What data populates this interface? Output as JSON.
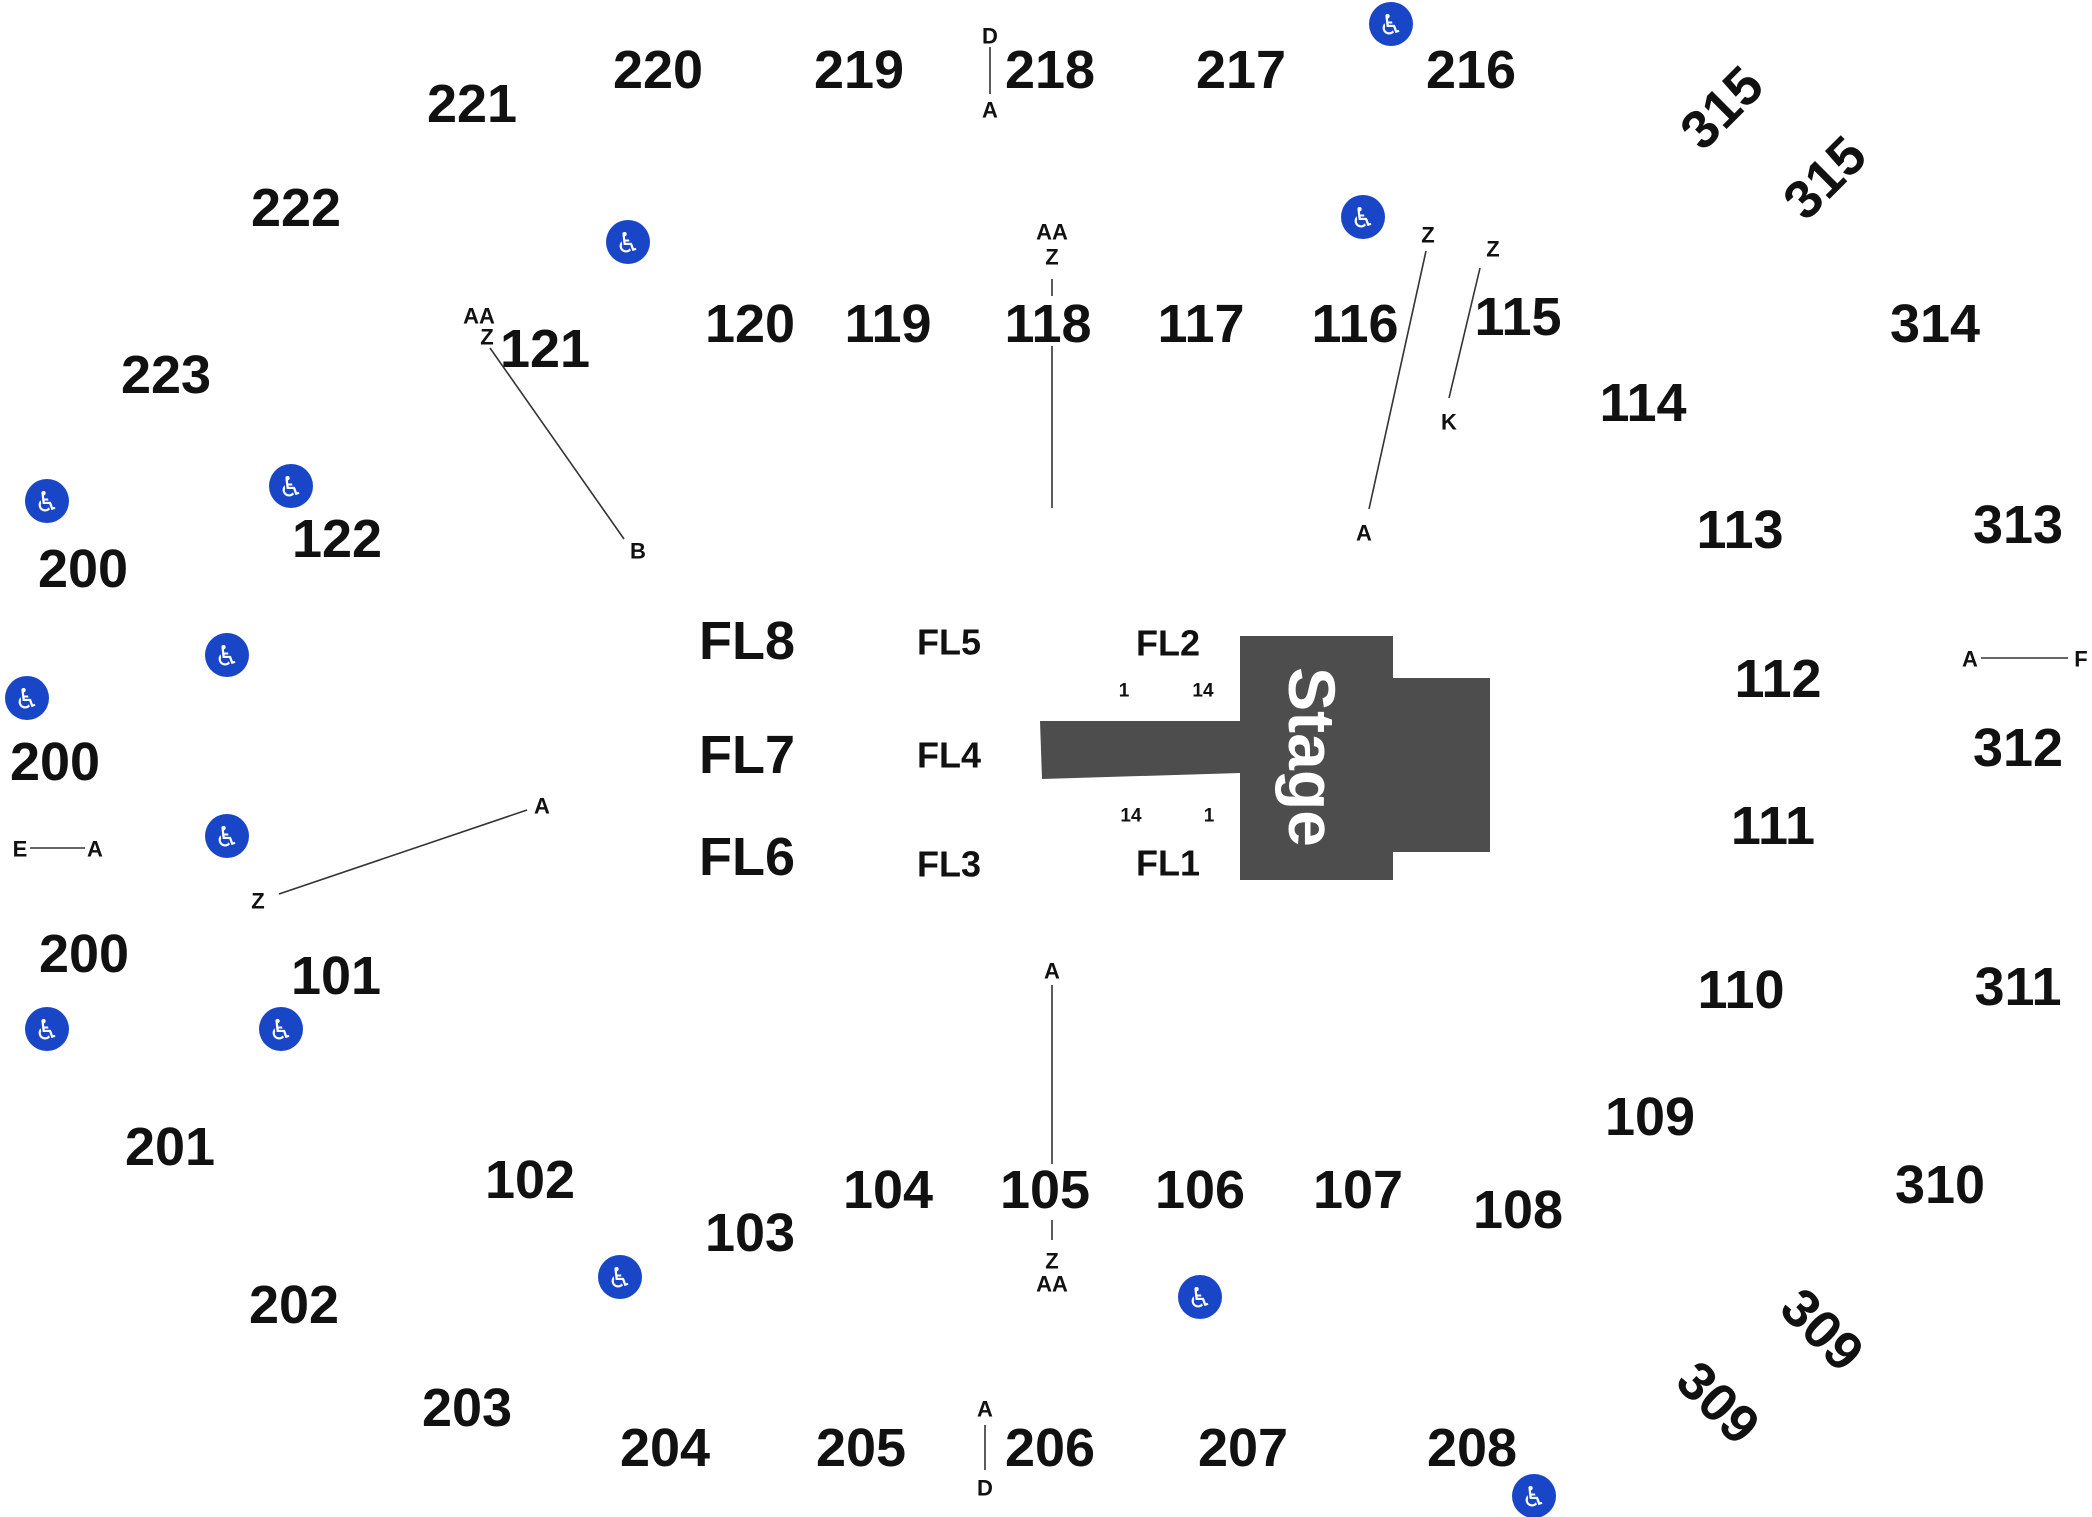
{
  "stage": {
    "label": "Stage",
    "color": "#4d4d4d"
  },
  "accessibility": {
    "icon": "wheelchair-icon",
    "color": "#1846c6",
    "glyph": "♿"
  },
  "sections": {
    "s101": "101",
    "s102": "102",
    "s103": "103",
    "s104": "104",
    "s105": "105",
    "s106": "106",
    "s107": "107",
    "s108": "108",
    "s109": "109",
    "s110": "110",
    "s111": "111",
    "s112": "112",
    "s113": "113",
    "s114": "114",
    "s115": "115",
    "s116": "116",
    "s117": "117",
    "s118": "118",
    "s119": "119",
    "s120": "120",
    "s121": "121",
    "s122": "122",
    "s200a": "200",
    "s200b": "200",
    "s200c": "200",
    "s201": "201",
    "s202": "202",
    "s203": "203",
    "s204": "204",
    "s205": "205",
    "s206": "206",
    "s207": "207",
    "s208": "208",
    "s216": "216",
    "s217": "217",
    "s218": "218",
    "s219": "219",
    "s220": "220",
    "s221": "221",
    "s222": "222",
    "s223": "223",
    "s309a": "309",
    "s309b": "309",
    "s310": "310",
    "s311": "311",
    "s312": "312",
    "s313": "313",
    "s314": "314",
    "s315a": "315",
    "s315b": "315"
  },
  "floor": {
    "fl1": "FL1",
    "fl2": "FL2",
    "fl3": "FL3",
    "fl4": "FL4",
    "fl5": "FL5",
    "fl6": "FL6",
    "fl7": "FL7",
    "fl8": "FL8"
  },
  "seats": {
    "fl2_first": "1",
    "fl2_last": "14",
    "fl1_first": "14",
    "fl1_last": "1"
  },
  "rows": {
    "r218_top": "D",
    "r218_bottom": "A",
    "r206_top": "A",
    "r206_bottom": "D",
    "r118_aa": "AA",
    "r118_z": "Z",
    "r105_a": "A",
    "r105_z": "Z",
    "r105_aa": "AA",
    "r121_aa": "AA",
    "r121_z": "Z",
    "r121_b": "B",
    "r116_z": "Z",
    "r116_a": "A",
    "r115_z": "Z",
    "r115_k": "K",
    "r101_a": "A",
    "r101_z": "Z",
    "r200_e": "E",
    "r200_a": "A",
    "r312_a": "A",
    "r312_f": "F"
  }
}
